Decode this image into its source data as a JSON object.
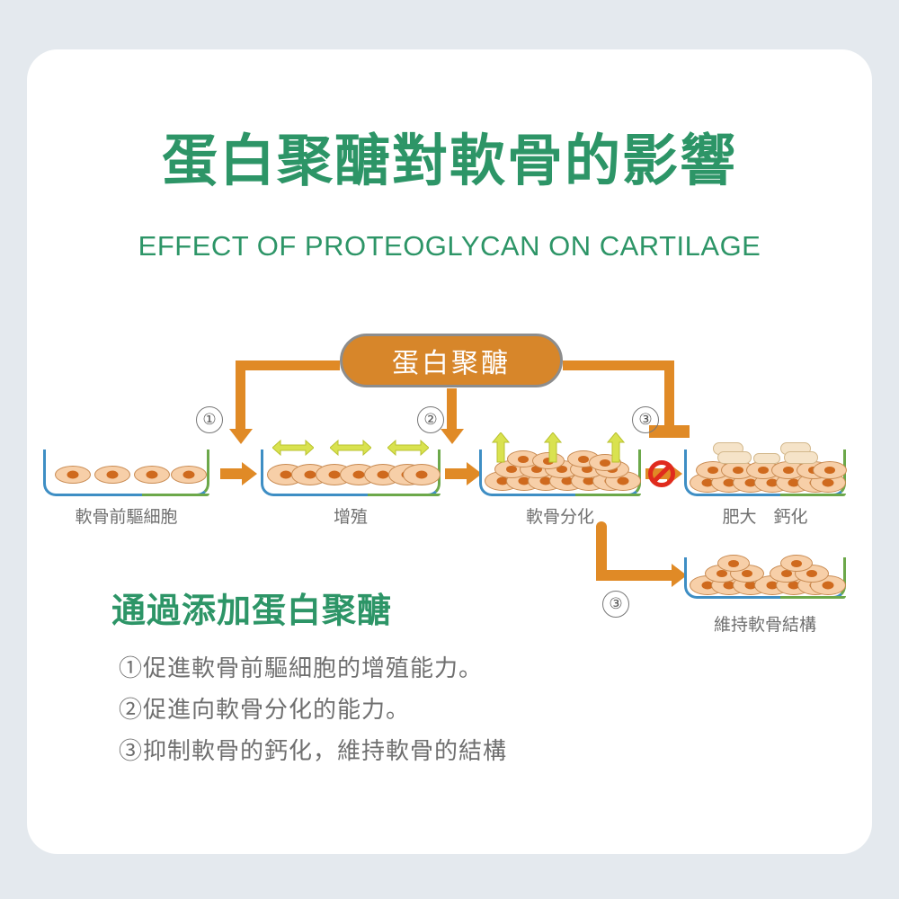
{
  "theme": {
    "page_background": "#e4e9ee",
    "card_background": "#ffffff",
    "brand_green": "#2d9567",
    "arrow_orange": "#e08a26",
    "pill_orange": "#d7862a",
    "accent_yellow_green": "#d4de4e",
    "stop_red": "#e02b1d",
    "dish_blue": "#3e8ec4",
    "dish_green": "#6ca84a",
    "body_gray": "#6f6f6f"
  },
  "header": {
    "title_zh": "蛋白聚醣對軟骨的影響",
    "title_en": "EFFECT OF PROTEOGLYCAN ON CARTILAGE"
  },
  "diagram": {
    "source_node": {
      "label": "蛋白聚醣",
      "shape": "rounded-pill"
    },
    "steps": [
      {
        "marker": "①",
        "effect": "promote",
        "target": "proliferation"
      },
      {
        "marker": "②",
        "effect": "promote",
        "target": "chondrogenic-differentiation"
      },
      {
        "marker": "③",
        "effect": "inhibit",
        "target": "calcification"
      },
      {
        "marker": "③",
        "effect": "redirect",
        "target": "maintain-cartilage-structure"
      }
    ],
    "stages": [
      {
        "id": "progenitor",
        "label": "軟骨前驅細胞",
        "cell_count": 4,
        "arrows": "none"
      },
      {
        "id": "proliferation",
        "label": "增殖",
        "cell_count": 7,
        "arrows": "horizontal-double"
      },
      {
        "id": "differentiation",
        "label": "軟骨分化",
        "cell_count": 16,
        "arrows": "up"
      },
      {
        "id": "hypertrophy",
        "label": "肥大　鈣化",
        "cell_count": 17,
        "arrows": "none"
      }
    ],
    "outcome": {
      "id": "maintained",
      "label": "維持軟骨結構",
      "marker": "③"
    },
    "blocked_transition": {
      "icon": "no-entry-icon",
      "meaning": "calcification blocked"
    }
  },
  "summary": {
    "heading": "通過添加蛋白聚醣",
    "points": [
      "①促進軟骨前驅細胞的增殖能力。",
      "②促進向軟骨分化的能力。",
      "③抑制軟骨的鈣化，維持軟骨的結構"
    ]
  }
}
